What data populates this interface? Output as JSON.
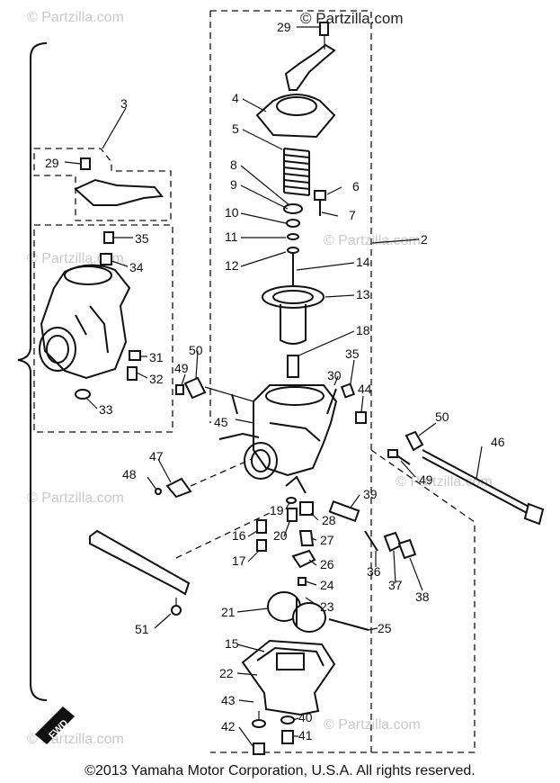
{
  "watermark": {
    "top": "© Partzilla.com",
    "repeat": "© Partzilla.com"
  },
  "fwd_label": "FWD",
  "footer": "©2013  Yamaha Motor Corporation, U.S.A. All rights reserved.",
  "callouts": [
    "2",
    "3",
    "4",
    "5",
    "6",
    "7",
    "8",
    "9",
    "10",
    "11",
    "12",
    "13",
    "14",
    "15",
    "16",
    "17",
    "18",
    "19",
    "20",
    "21",
    "22",
    "23",
    "24",
    "25",
    "26",
    "27",
    "28",
    "29",
    "29",
    "30",
    "31",
    "32",
    "33",
    "34",
    "35",
    "35",
    "36",
    "37",
    "38",
    "39",
    "40",
    "41",
    "42",
    "43",
    "44",
    "45",
    "46",
    "47",
    "48",
    "49",
    "49",
    "50",
    "50",
    "51"
  ],
  "labels": {
    "c29a": "29",
    "c4": "4",
    "c5": "5",
    "c8": "8",
    "c6": "6",
    "c9": "9",
    "c7": "7",
    "c10": "10",
    "c11": "11",
    "c2": "2",
    "c12": "12",
    "c14": "14",
    "c13": "13",
    "c18": "18",
    "c35a": "35",
    "c30": "30",
    "c44": "44",
    "c45": "45",
    "c50a": "50",
    "c49a": "49",
    "c50b": "50",
    "c46": "46",
    "c49b": "49",
    "c47": "47",
    "c48": "48",
    "c39": "39",
    "c19": "19",
    "c28": "28",
    "c16": "16",
    "c20": "20",
    "c27": "27",
    "c17": "17",
    "c26": "26",
    "c36": "36",
    "c37": "37",
    "c38": "38",
    "c24": "24",
    "c23": "23",
    "c21": "21",
    "c25": "25",
    "c51": "51",
    "c15": "15",
    "c22": "22",
    "c43": "43",
    "c40": "40",
    "c42": "42",
    "c41": "41",
    "c3": "3",
    "c29b": "29",
    "c35b": "35",
    "c34": "34",
    "c31": "31",
    "c32": "32",
    "c33": "33"
  }
}
